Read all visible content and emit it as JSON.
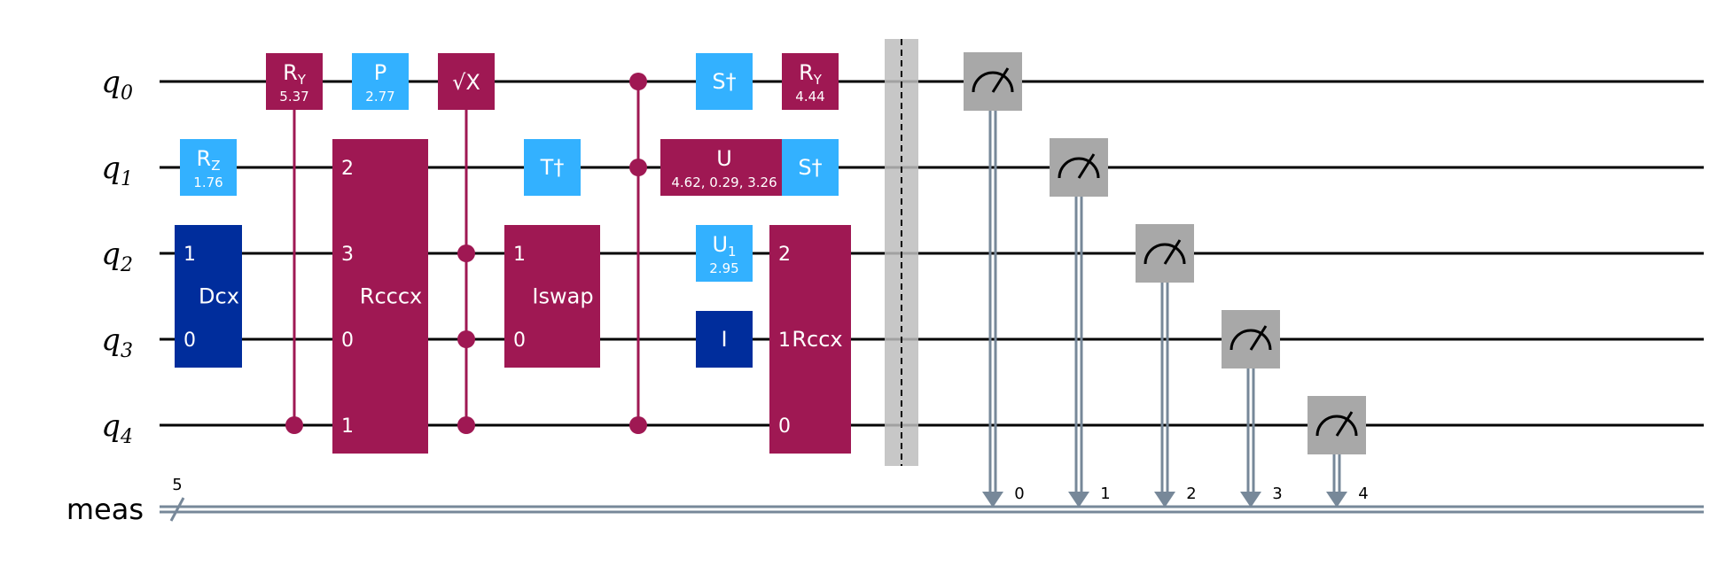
{
  "colors": {
    "wire": "#000000",
    "classical": "#778899",
    "magenta": "#9F1853",
    "cyan": "#33B1FF",
    "navy": "#002D9C",
    "measure": "#A8A8A8",
    "barrier": "#BDBDBD"
  },
  "qubits": [
    {
      "base": "q",
      "sub": "0"
    },
    {
      "base": "q",
      "sub": "1"
    },
    {
      "base": "q",
      "sub": "2"
    },
    {
      "base": "q",
      "sub": "3"
    },
    {
      "base": "q",
      "sub": "4"
    }
  ],
  "classical": {
    "label": "meas",
    "size": "5",
    "bits": [
      "0",
      "1",
      "2",
      "3",
      "4"
    ]
  },
  "gates": [
    {
      "col": 1,
      "type": "single",
      "color": "cyan",
      "qubit": 1,
      "name": "R",
      "sub": "Z",
      "param": "1.76"
    },
    {
      "col": 1,
      "type": "multi",
      "color": "navy",
      "qubits": [
        2,
        3
      ],
      "name": "Dcx",
      "ports": [
        "1",
        "0"
      ]
    },
    {
      "col": 2,
      "type": "controlled",
      "color": "magenta",
      "controls": [
        4
      ],
      "target": 0,
      "name": "R",
      "sub": "Y",
      "param": "5.37"
    },
    {
      "col": 3,
      "type": "single",
      "color": "cyan",
      "qubit": 0,
      "name": "P",
      "sub": "",
      "param": "2.77"
    },
    {
      "col": 3,
      "type": "multi",
      "color": "magenta",
      "qubits": [
        1,
        2,
        3,
        4
      ],
      "name": "Rcccx",
      "ports": [
        "2",
        "3",
        "0",
        "1"
      ]
    },
    {
      "col": 4,
      "type": "controlled",
      "color": "magenta",
      "controls": [
        2,
        3,
        4
      ],
      "target": 0,
      "name": "√X",
      "sub": "",
      "param": ""
    },
    {
      "col": 5,
      "type": "single",
      "color": "cyan",
      "qubit": 1,
      "name": "T†",
      "sub": "",
      "param": ""
    },
    {
      "col": 5,
      "type": "multi",
      "color": "magenta",
      "qubits": [
        2,
        3
      ],
      "name": "Iswap",
      "ports": [
        "1",
        "0"
      ]
    },
    {
      "col": 6,
      "type": "cz",
      "color": "magenta",
      "qubits": [
        0,
        1,
        4
      ]
    },
    {
      "col": 7,
      "type": "single",
      "color": "cyan",
      "qubit": 0,
      "name": "S†",
      "sub": "",
      "param": ""
    },
    {
      "col": 7,
      "type": "single",
      "color": "magenta",
      "qubit": 1,
      "name": "U",
      "sub": "",
      "param": "4.62, 0.29, 3.26",
      "wide": true
    },
    {
      "col": 7,
      "type": "single",
      "color": "cyan",
      "qubit": 2,
      "name": "U",
      "sub": "1",
      "param": "2.95"
    },
    {
      "col": 7,
      "type": "single",
      "color": "navy",
      "qubit": 3,
      "name": "I",
      "sub": "",
      "param": ""
    },
    {
      "col": 8,
      "type": "single",
      "color": "magenta",
      "qubit": 0,
      "name": "R",
      "sub": "Y",
      "param": "4.44"
    },
    {
      "col": 8,
      "type": "single",
      "color": "cyan",
      "qubit": 1,
      "name": "S†",
      "sub": "",
      "param": ""
    },
    {
      "col": 8,
      "type": "multi",
      "color": "magenta",
      "qubits": [
        2,
        3,
        4
      ],
      "name": "Rccx",
      "ports": [
        "2",
        "1",
        "0"
      ]
    }
  ],
  "barrier": {
    "col": 9
  },
  "measurements": [
    {
      "col": 10,
      "qubit": 0,
      "bit": "0"
    },
    {
      "col": 11,
      "qubit": 1,
      "bit": "1"
    },
    {
      "col": 12,
      "qubit": 2,
      "bit": "2"
    },
    {
      "col": 13,
      "qubit": 3,
      "bit": "3"
    },
    {
      "col": 14,
      "qubit": 4,
      "bit": "4"
    }
  ]
}
